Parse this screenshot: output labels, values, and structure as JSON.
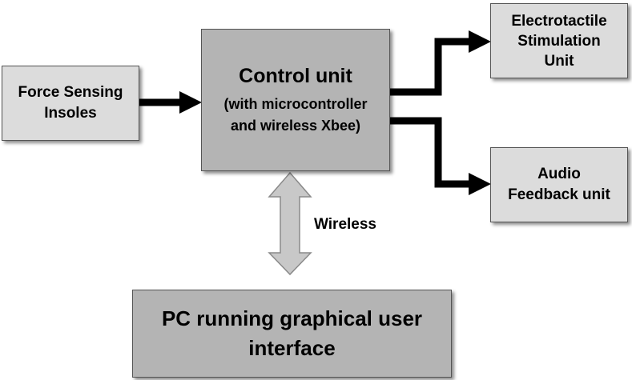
{
  "nodes": {
    "force_sensing": {
      "lines": [
        "Force Sensing",
        "Insoles"
      ]
    },
    "control_unit": {
      "title": "Control unit",
      "subtitle_lines": [
        "(with microcontroller",
        "and wireless Xbee)"
      ]
    },
    "electrotactile": {
      "lines": [
        "Electrotactile",
        "Stimulation",
        "Unit"
      ]
    },
    "audio": {
      "lines": [
        "Audio",
        "Feedback unit"
      ]
    },
    "pc": {
      "lines": [
        "PC running graphical user",
        "interface"
      ]
    }
  },
  "edges": {
    "wireless_label": "Wireless"
  },
  "colors": {
    "light_box": "#dcdcdc",
    "mid_box": "#b4b4b4",
    "arrow": "#000000",
    "wireless_arrow_fill": "#c8c8c8"
  }
}
